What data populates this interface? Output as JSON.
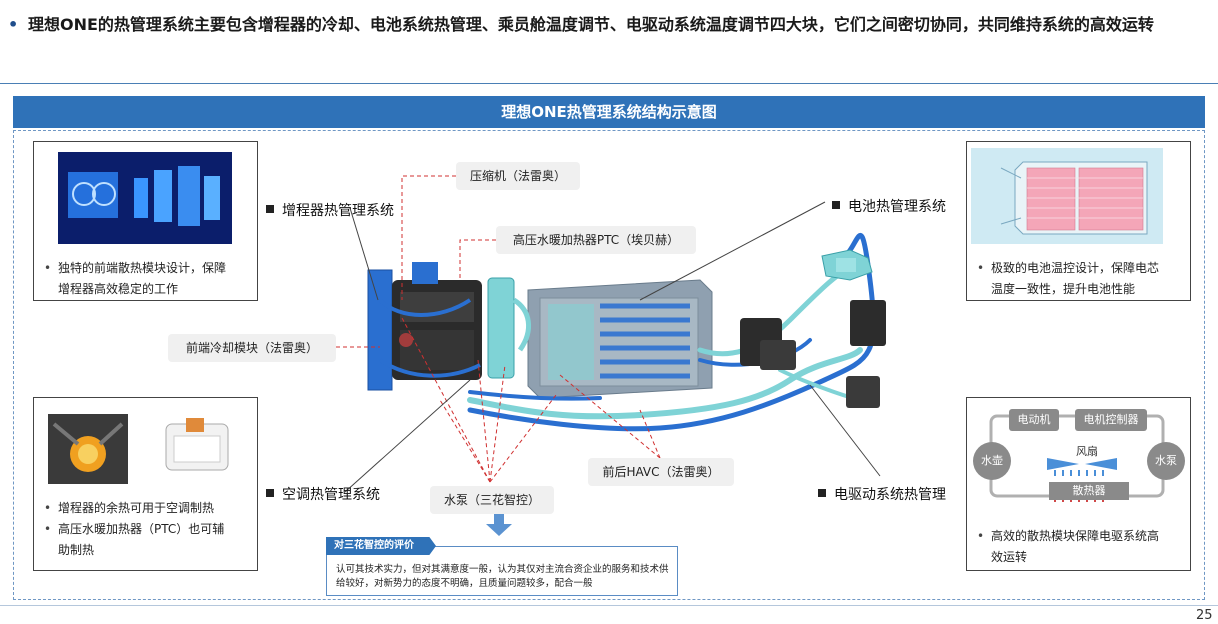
{
  "headline": "理想ONE的热管理系统主要包含增程器的冷却、电池系统热管理、乘员舱温度调节、电驱动系统温度调节四大块，它们之间密切协同，共同维持系统的高效运转",
  "headline_bullet": "•",
  "diagram_title": "理想ONE热管理系统结构示意图",
  "callouts": {
    "compressor": "压缩机（法雷奥）",
    "ptc_heater": "高压水暖加热器PTC（埃贝赫）",
    "front_cooling": "前端冷却模块（法雷奥）",
    "havc": "前后HAVC（法雷奥）",
    "water_pump": "水泵（三花智控）"
  },
  "systems": {
    "range_extender": "增程器热管理系统",
    "battery": "电池热管理系统",
    "ac": "空调热管理系统",
    "edrive": "电驱动系统热管理"
  },
  "cards": {
    "top_left": [
      "独特的前端散热模块设计，保障",
      "增程器高效稳定的工作"
    ],
    "top_right": [
      "极致的电池温控设计，保障电芯",
      "温度一致性，提升电池性能"
    ],
    "bottom_left": [
      [
        "增程器的余热可用于空调制热"
      ],
      [
        "高压水暖加热器（PTC）也可辅",
        "助制热"
      ]
    ],
    "bottom_right": [
      "高效的散热模块保障电驱系统高",
      "效运转"
    ]
  },
  "edrive_diagram": {
    "motor": "电动机",
    "controller": "电机控制器",
    "tank": "水壶",
    "pump": "水泵",
    "fan": "风扇",
    "radiator": "散热器"
  },
  "evaluation": {
    "tag": "对三花智控的评价",
    "text": "认可其技术实力，但对其满意度一般，认为其仅对主流合资企业的服务和技术供给较好，对新势力的态度不明确，且质量问题较多，配合一般"
  },
  "page_number": "25",
  "colors": {
    "accent": "#2f72b8",
    "callout_line": "#d03030",
    "pipe_blue": "#2a6fd0",
    "pipe_cyan": "#7fd3d6",
    "battery_pink": "#f4a6b8"
  }
}
